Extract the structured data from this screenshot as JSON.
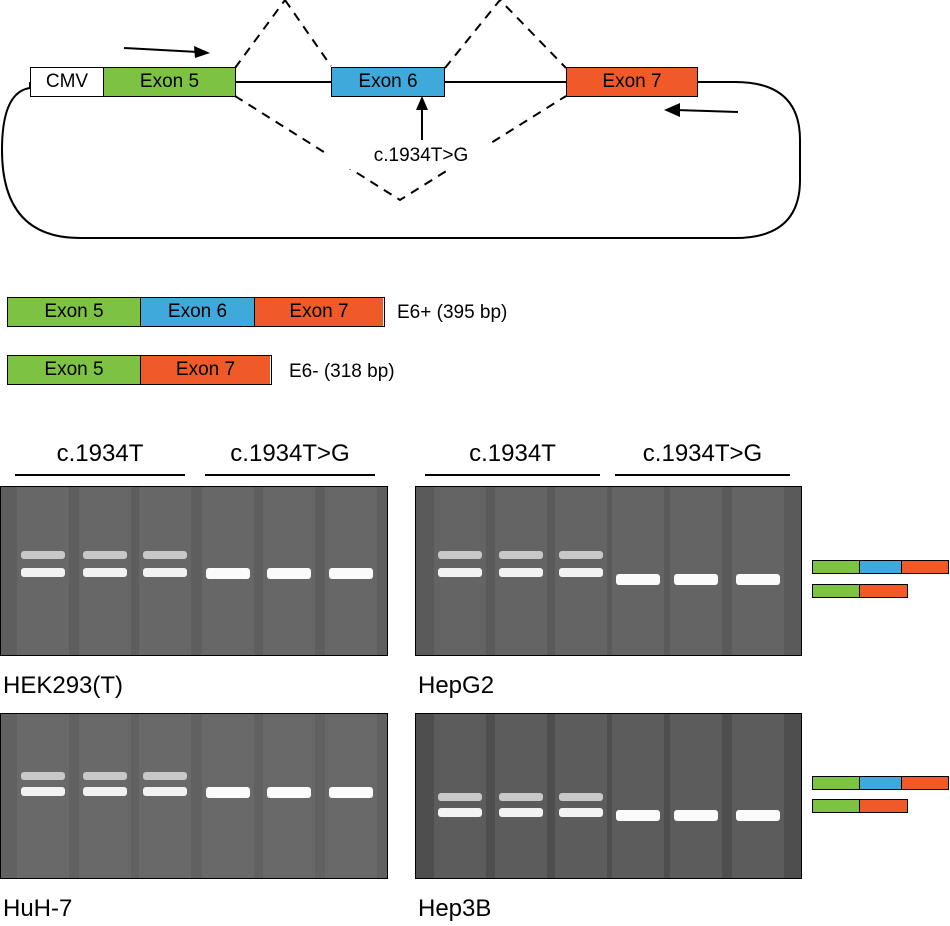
{
  "plasmid": {
    "cmv_label": "CMV",
    "exon5_label": "Exon 5",
    "exon6_label": "Exon 6",
    "exon7_label": "Exon 7",
    "mutation_label": "c.1934T>G"
  },
  "products": [
    {
      "segments": [
        "Exon 5",
        "Exon 6",
        "Exon 7"
      ],
      "label": "E6+ (395 bp)"
    },
    {
      "segments": [
        "Exon 5",
        "Exon 7"
      ],
      "label": "E6- (318 bp)"
    }
  ],
  "group_headers": {
    "wildtype": "c.1934T",
    "mutant": "c.1934T>G"
  },
  "gels": [
    {
      "name": "HEK293(T)",
      "wt_lanes": 3,
      "mut_lanes": 3,
      "mutant_skips_exon6": false
    },
    {
      "name": "HepG2",
      "wt_lanes": 3,
      "mut_lanes": 3,
      "mutant_skips_exon6": true
    },
    {
      "name": "HuH-7",
      "wt_lanes": 3,
      "mut_lanes": 3,
      "mutant_skips_exon6": false
    },
    {
      "name": "Hep3B",
      "wt_lanes": 3,
      "mut_lanes": 3,
      "mutant_skips_exon6": true
    }
  ],
  "colors": {
    "exon5": "#7dc242",
    "exon6": "#3fa9dc",
    "exon7": "#f05a28"
  }
}
